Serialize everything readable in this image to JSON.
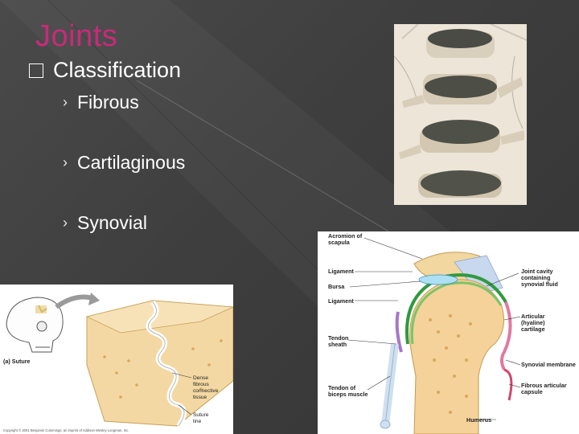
{
  "slide": {
    "title": "Joints",
    "title_color": "#c92a7a",
    "bullet": {
      "icon": "square-bullet-icon",
      "text": "Classification"
    },
    "subitems": [
      {
        "icon": "chevron-right-icon",
        "text": "Fibrous"
      },
      {
        "icon": "chevron-right-icon",
        "text": "Cartilaginous"
      },
      {
        "icon": "chevron-right-icon",
        "text": "Synovial"
      }
    ]
  },
  "shoulder_labels": {
    "acromion": [
      "Acromion of",
      "scapula"
    ],
    "ligament1": "Ligament",
    "bursa": "Bursa",
    "ligament2": "Ligament",
    "tendon_sheath": [
      "Tendon",
      "sheath"
    ],
    "tendon_biceps": [
      "Tendon of",
      "biceps muscle"
    ],
    "joint_cavity": [
      "Joint cavity",
      "containing",
      "synovial fluid"
    ],
    "articular_cartilage": [
      "Articular",
      "(hyaline)",
      "cartilage"
    ],
    "synovial_membrane": "Synovial membrane",
    "fibrous_capsule": [
      "Fibrous articular",
      "capsule"
    ],
    "humerus": "Humerus"
  },
  "suture_labels": {
    "suture": "(a) Suture",
    "dense_tissue": [
      "Dense",
      "fibrous",
      "connective",
      "tissue"
    ],
    "suture_line": [
      "Suture",
      "line"
    ],
    "copyright": "Copyright © 2001 Benjamin Cummings, an imprint of Addison Wesley Longman, Inc."
  }
}
